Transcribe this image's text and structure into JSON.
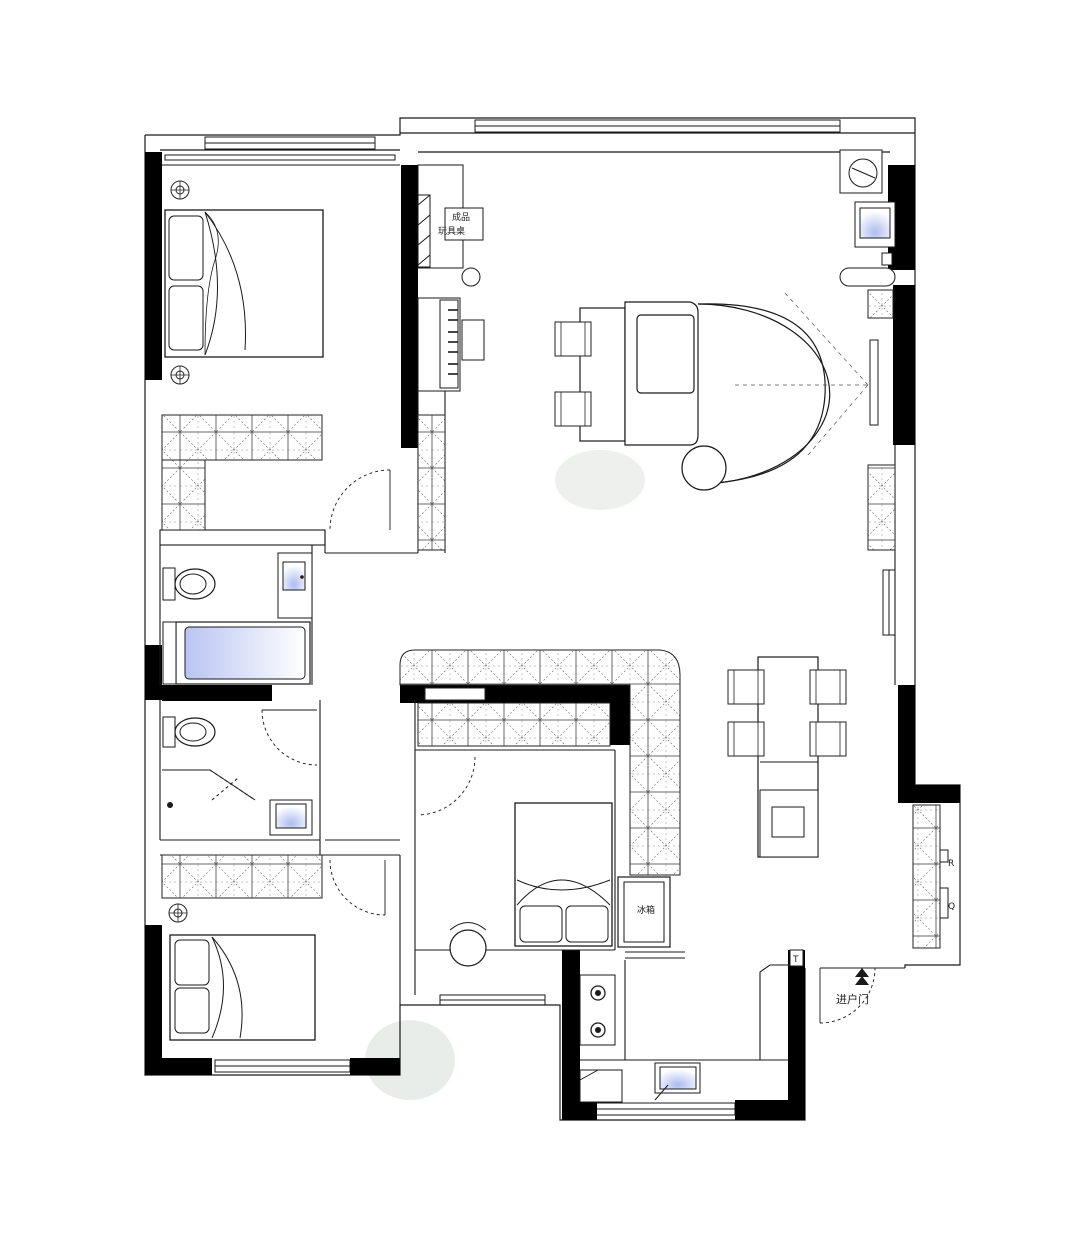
{
  "floor_plan": {
    "labels": {
      "toy_table_line1": "成品",
      "toy_table_line2": "玩具桌",
      "fridge": "冰箱",
      "entrance": "进户门",
      "meter_r": "R",
      "meter_q": "Q",
      "meter_t": "T"
    },
    "colors": {
      "wall": "#000000",
      "line": "#1a1a1a",
      "fixture_fill": "#ffffff",
      "tub_fill": "#c9d3f5",
      "sink_fill": "#d5dcf7",
      "foliage": "#dfe5df"
    },
    "icons": {
      "beds": "bed-icon",
      "toilets": "toilet-icon",
      "sinks": "sink-icon",
      "bathtub": "bathtub-icon",
      "stove": "stove-icon",
      "piano": "piano-icon",
      "sofa": "sofa-icon",
      "dining_set": "dining-table-icon",
      "wardrobes": "wardrobe-icon",
      "entry_arrow": "entry-arrow-icon"
    }
  }
}
